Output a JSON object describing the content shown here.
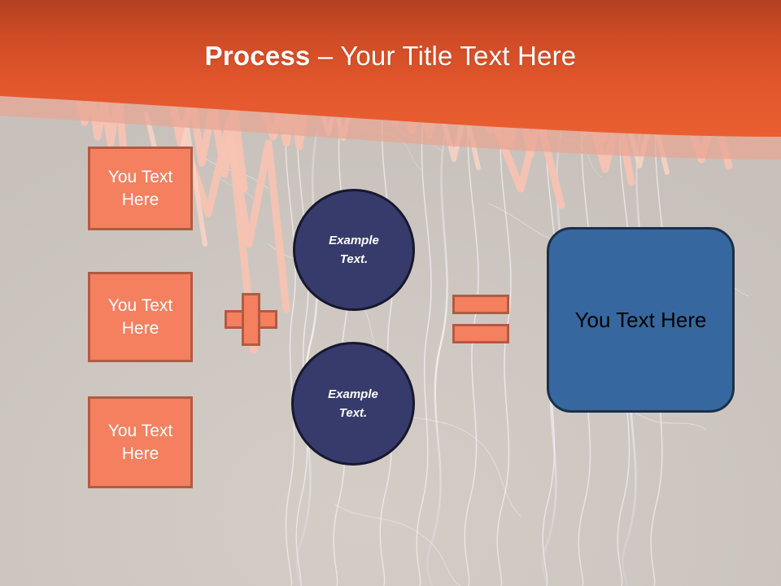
{
  "slide": {
    "title_bold": "Process",
    "title_separator": " – ",
    "title_rest": "Your Title Text Here",
    "background_color": "#cec7c1",
    "header_gradient_top": "#b4401f",
    "header_gradient_bottom": "#e85c30",
    "header_band_color": "#e3a292"
  },
  "inputs": {
    "boxes": [
      {
        "line1": "You Text",
        "line2": "Here"
      },
      {
        "line1": "You Text",
        "line2": "Here"
      },
      {
        "line1": "You Text",
        "line2": "Here"
      }
    ],
    "fill_color": "#f4805f",
    "border_color": "#b35a42",
    "text_color": "#ffffff"
  },
  "operators": {
    "plus": "+",
    "equals": "=",
    "fill_color": "#f4805f",
    "border_color": "#b35a42"
  },
  "circles": [
    {
      "line1": "Example",
      "line2": "Text."
    },
    {
      "line1": "Example",
      "line2": "Text."
    }
  ],
  "circle_style": {
    "fill_color": "#373b6b",
    "border_color": "#16182e",
    "text_color": "#ffffff"
  },
  "result": {
    "label": "You Text Here",
    "fill_color": "#36689f",
    "border_color": "#1b2f49",
    "text_color": "#000000"
  }
}
